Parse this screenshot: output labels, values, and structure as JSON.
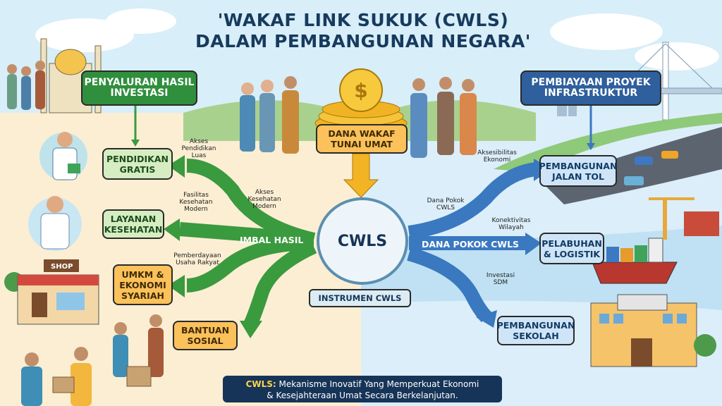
{
  "title": {
    "line1": "'WAKAF LINK SUKUK (CWLS)",
    "line2": "DALAM PEMBANGUNAN NEGARA'"
  },
  "left_header": "PENYALURAN HASIL INVESTASI",
  "right_header": "PEMBIAYAAN PROYEK INFRASTRUKTUR",
  "dana": "DANA WAKAF TUNAI UMAT",
  "center": {
    "label": "CWLS",
    "caption": "INSTRUMEN CWLS",
    "left_flow": "IMBAL HASIL",
    "right_flow": "DANA POKOK CWLS"
  },
  "left_items": [
    {
      "label": "PENDIDIKAN GRATIS"
    },
    {
      "label": "LAYANAN KESEHATAN"
    },
    {
      "label": "UMKM & EKONOMI SYARIAH"
    },
    {
      "label": "BANTUAN SOSIAL"
    }
  ],
  "left_annotations": [
    "Akses Pendidikan Luas",
    "Fasilitas Kesehatan Modern",
    "Akses Kesehatan Modern",
    "Pemberdayaan Usaha Rakyat"
  ],
  "right_items": [
    {
      "label": "PEMBANGUNAN JALAN TOL"
    },
    {
      "label": "PELABUHAN & LOGISTIK"
    },
    {
      "label": "PEMBANGUNAN SEKOLAH"
    }
  ],
  "right_annotations": [
    "Aksesibilitas Ekonomi",
    "Dana Pokok CWLS",
    "Konektivitas Wilayah",
    "Investasi SDM"
  ],
  "shop_sign": "SHOP",
  "footer": {
    "highlight": "CWLS:",
    "text1": " Mekanisme Inovatif Yang Memperkuat Ekonomi",
    "text2": "& Kesejahteraan Umat Secara Berkelanjutan."
  },
  "colors": {
    "green_arrow": "#3a9a3e",
    "blue_arrow": "#3a78c0",
    "gold": "#f5b61f"
  }
}
